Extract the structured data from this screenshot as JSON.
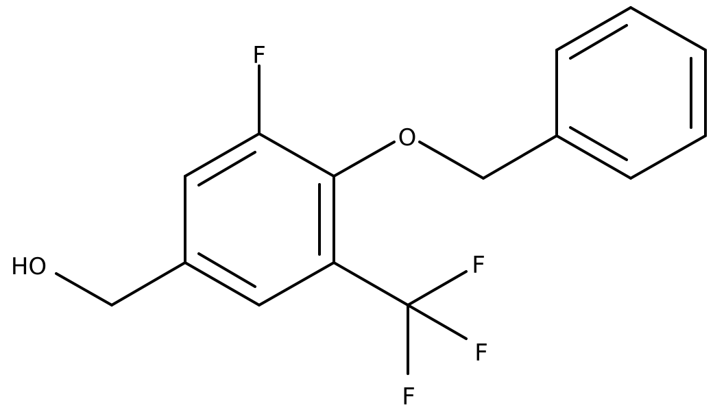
{
  "molecule": {
    "atoms": {
      "fluorine_top": "F",
      "ether_oxygen": "O",
      "hydroxyl": "HO",
      "cf3_fluorine_upper": "F",
      "cf3_fluorine_middle": "F",
      "cf3_fluorine_lower": "F"
    }
  },
  "colors": {
    "line": "#000000",
    "background": "#ffffff"
  }
}
